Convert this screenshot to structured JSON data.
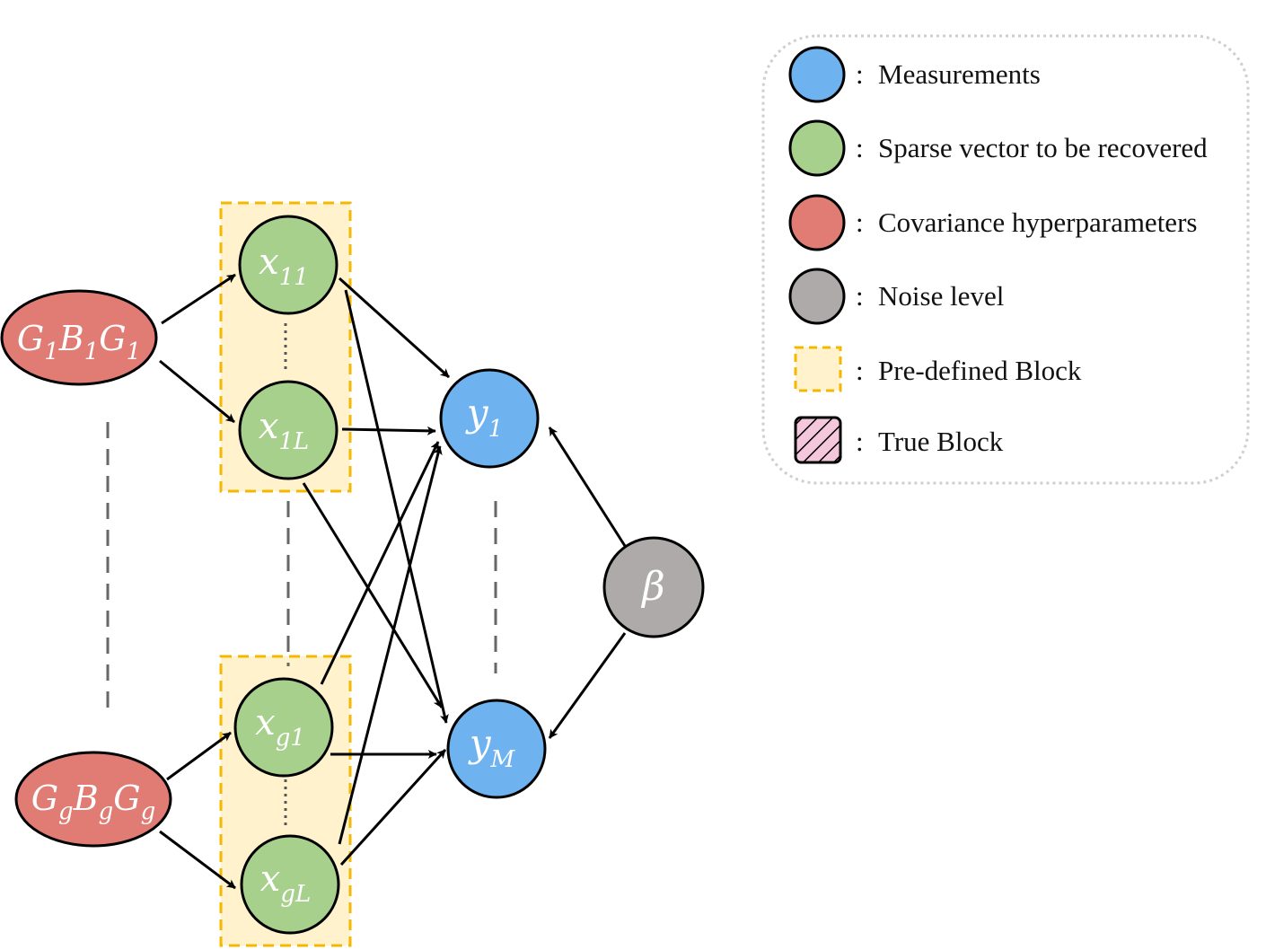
{
  "colors": {
    "measurement": "#6eb3ef",
    "sparse": "#a8d08d",
    "covariance": "#e07c73",
    "noise": "#aeaaaa",
    "block_fill": "#fff2cc",
    "block_border": "#f5b800",
    "true_block": "#f4c7dc"
  },
  "nodes": {
    "G1": {
      "base": [
        "G",
        "B",
        "G"
      ],
      "sub": "1"
    },
    "Gg": {
      "base": [
        "G",
        "B",
        "G"
      ],
      "sub": "g"
    },
    "x11": {
      "base": "x",
      "sub": "11"
    },
    "x1L": {
      "base": "x",
      "sub": "1L"
    },
    "xg1": {
      "base": "x",
      "sub": "g1"
    },
    "xgL": {
      "base": "x",
      "sub": "gL"
    },
    "y1": {
      "base": "y",
      "sub": "1"
    },
    "yM": {
      "base": "y",
      "sub": "M"
    },
    "beta": {
      "label": "β"
    }
  },
  "legend": {
    "separator": ":",
    "items": [
      {
        "icon": "blue-circle-icon",
        "label": "Measurements"
      },
      {
        "icon": "green-circle-icon",
        "label": "Sparse vector to be recovered"
      },
      {
        "icon": "red-circle-icon",
        "label": "Covariance hyperparameters"
      },
      {
        "icon": "gray-circle-icon",
        "label": "Noise level"
      },
      {
        "icon": "dashed-block-icon",
        "label": "Pre-defined Block"
      },
      {
        "icon": "hatched-block-icon",
        "label": "True Block"
      }
    ]
  }
}
